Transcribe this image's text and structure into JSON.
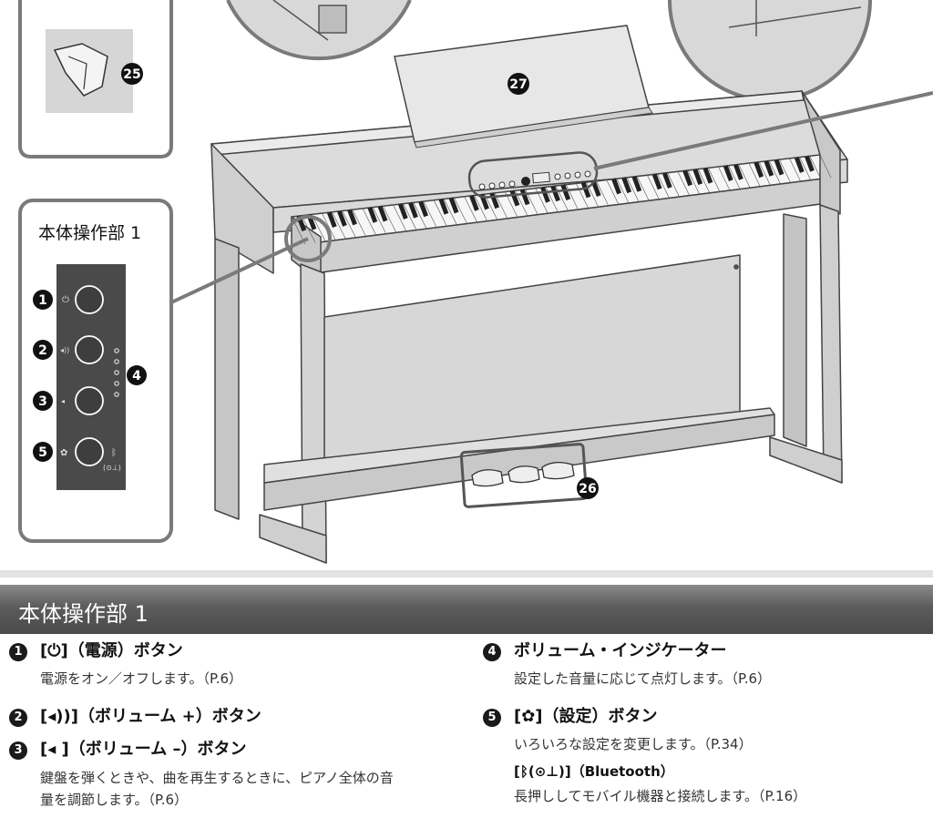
{
  "callout": {
    "title": "本体操作部 1",
    "numbers": [
      "1",
      "2",
      "3",
      "4",
      "5"
    ]
  },
  "markers": {
    "stand_tool": "25",
    "pedals": "26",
    "music_rest": "27"
  },
  "section": {
    "title": "本体操作部 1"
  },
  "items": {
    "power": {
      "num": "1",
      "title": "[⏻]（電源）ボタン",
      "desc": "電源をオン／オフします。（P.6）"
    },
    "vol_up": {
      "num": "2",
      "title": "[◂))]（ボリューム +）ボタン"
    },
    "vol_down": {
      "num": "3",
      "title": "[◂ ]（ボリューム –）ボタン",
      "desc_line1": "鍵盤を弾くときや、曲を再生するときに、ピアノ全体の音",
      "desc_line2": "量を調節します。（P.6）"
    },
    "indicator": {
      "num": "4",
      "title": "ボリューム・インジケーター",
      "desc": "設定した音量に応じて点灯します。（P.6）"
    },
    "settings": {
      "num": "5",
      "title": "[✿]（設定）ボタン",
      "desc": "いろいろな設定を変更します。（P.34）",
      "bt_title": "[ᛒ(⊙⊥)]（Bluetooth）",
      "bt_desc": "長押ししてモバイル機器と接続します。（P.16）"
    }
  }
}
